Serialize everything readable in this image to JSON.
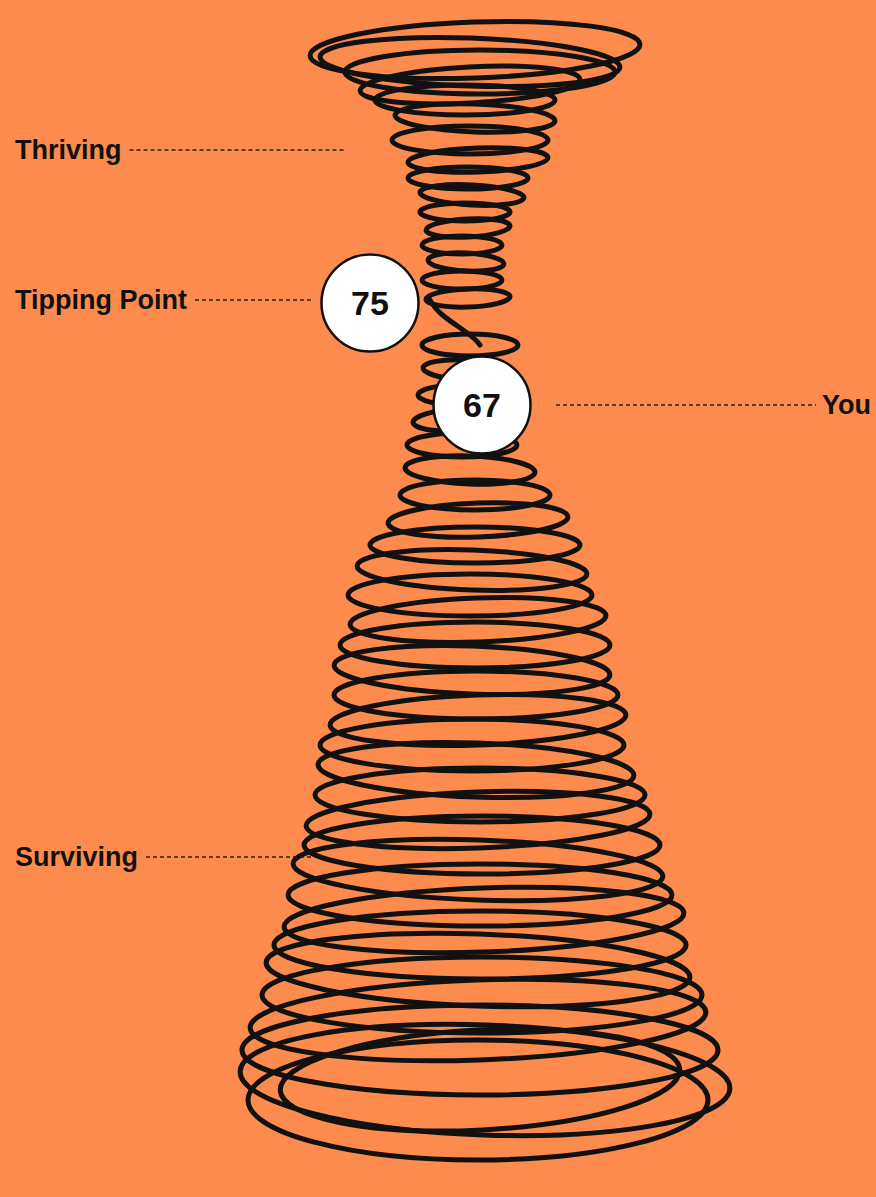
{
  "diagram": {
    "nodes": [
      {
        "text": [
          "75"
        ]
      },
      {
        "text": [
          "67"
        ]
      }
    ],
    "labels": [
      "Thriving",
      "Tipping Point",
      "You",
      "Surviving"
    ]
  }
}
